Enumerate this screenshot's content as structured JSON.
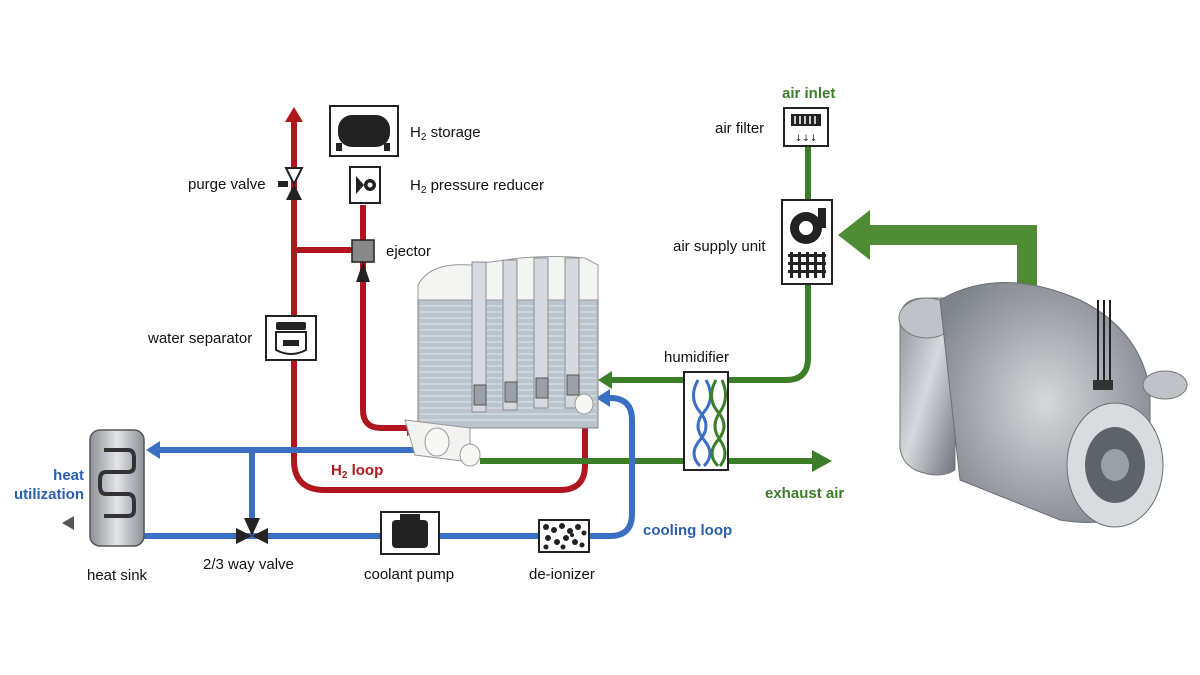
{
  "labels": {
    "h2_storage": {
      "main": "H",
      "sub": "2",
      "rest": " storage"
    },
    "h2_pressure_reducer": {
      "main": "H",
      "sub": "2",
      "rest": " pressure reducer"
    },
    "purge_valve": "purge valve",
    "ejector": "ejector",
    "water_separator": "water separator",
    "air_inlet": "air inlet",
    "air_filter": "air filter",
    "air_supply_unit": "air supply unit",
    "humidifier": "humidifier",
    "h2_loop": {
      "main": "H",
      "sub": "2",
      "rest": " loop"
    },
    "exhaust_air": "exhaust air",
    "heat_utilization": "heat\nutilization",
    "heat_sink": "heat sink",
    "way_valve": "2/3 way valve",
    "coolant_pump": "coolant pump",
    "de_ionizer": "de-ionizer",
    "cooling_loop": "cooling loop"
  },
  "colors": {
    "hydrogen": "#b0161d",
    "air": "#3c7d2a",
    "coolant": "#3a6fc4",
    "air_big_arrow": "#4f8a35"
  },
  "icons": [
    "tank-icon",
    "pressure-reducer-icon",
    "valve-icon",
    "ejector-icon",
    "water-separator-icon",
    "air-filter-icon",
    "blower-icon",
    "humidifier-icon",
    "heat-exchanger-icon",
    "pump-icon",
    "deionizer-icon",
    "fuel-cell-stack-image",
    "compressor-image"
  ]
}
